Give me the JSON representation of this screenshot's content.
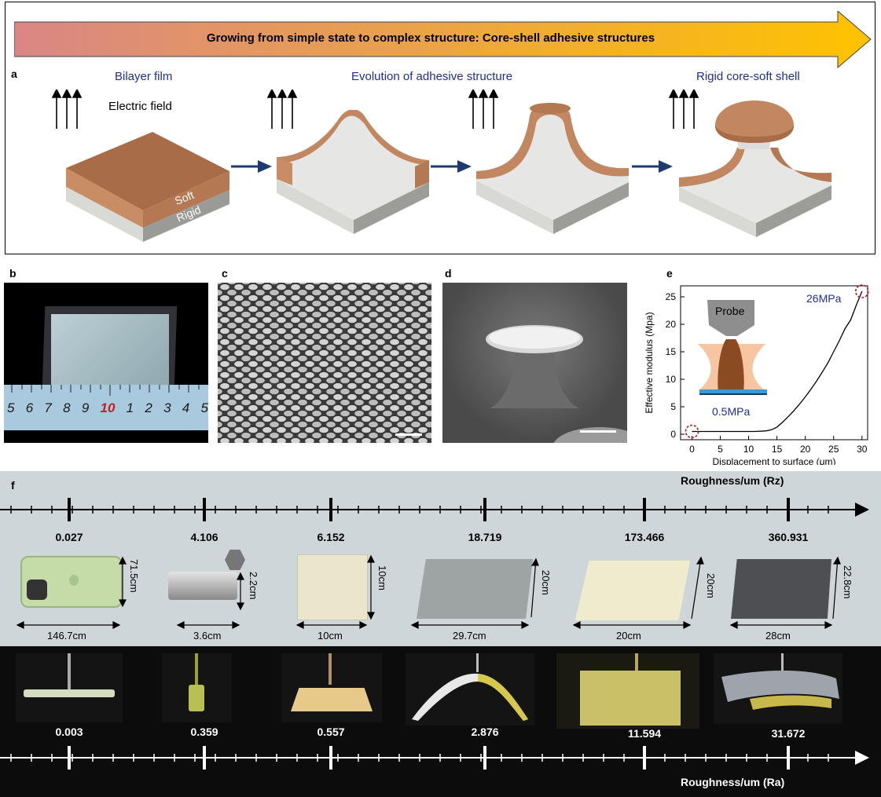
{
  "banner": {
    "title": "Growing from simple state to complex structure: Core-shell adhesive structures",
    "color_start": "#d98686",
    "color_end": "#ffc300"
  },
  "panel_a": {
    "label": "a",
    "headings": [
      "Bilayer film",
      "Evolution of adhesive structure",
      "Rigid core-soft shell"
    ],
    "field_label": "Electric field",
    "layer_soft": "Soft",
    "layer_rigid": "Rigid",
    "soft_color": "#c58a62",
    "rigid_color": "#d4d4d0"
  },
  "panel_b": {
    "label": "b",
    "ruler_numbers": [
      "5",
      "6",
      "7",
      "8",
      "9",
      "10",
      "1",
      "2",
      "3",
      "4",
      "5"
    ]
  },
  "panel_c": {
    "label": "c"
  },
  "panel_d": {
    "label": "d"
  },
  "panel_e": {
    "label": "e",
    "probe_label": "Probe",
    "annotation_high": "26MPa",
    "annotation_low": "0.5MPa"
  },
  "chart_data": {
    "type": "line",
    "xlabel": "Displacement to surface (μm)",
    "ylabel": "Effective modulus (Mpa)",
    "xlim": [
      -2,
      31
    ],
    "ylim": [
      -1,
      27
    ],
    "xticks": [
      "0",
      "5",
      "10",
      "15",
      "20",
      "25",
      "30"
    ],
    "yticks": [
      "0",
      "5",
      "10",
      "15",
      "20",
      "25"
    ],
    "x": [
      0,
      2,
      5,
      8,
      11,
      13,
      14,
      15,
      16,
      17,
      18,
      19,
      20,
      21,
      22,
      23,
      24,
      25,
      26,
      27,
      28,
      29,
      30
    ],
    "y": [
      0.5,
      0.5,
      0.5,
      0.5,
      0.5,
      0.6,
      0.8,
      1.3,
      2.2,
      3.2,
      4.3,
      5.5,
      6.8,
      8.2,
      9.7,
      11.3,
      13.0,
      15.0,
      17.0,
      19.2,
      20.8,
      23.5,
      26.0
    ],
    "grid": false,
    "line_color": "#000000"
  },
  "panel_f": {
    "label": "f",
    "rz_title": "Roughness/um (Rz)",
    "ra_title": "Roughness/um (Ra)",
    "rz_values": [
      "0.027",
      "4.106",
      "6.152",
      "18.719",
      "173.466",
      "360.931"
    ],
    "ra_values": [
      "0.003",
      "0.359",
      "0.557",
      "2.876",
      "11.594",
      "31.672"
    ],
    "dims_width": [
      "146.7cm",
      "3.6cm",
      "10cm",
      "29.7cm",
      "20cm",
      "28cm"
    ],
    "dims_height": [
      "71.5cm",
      "2.2cm",
      "10cm",
      "20cm",
      "20cm",
      "22.8cm"
    ]
  }
}
